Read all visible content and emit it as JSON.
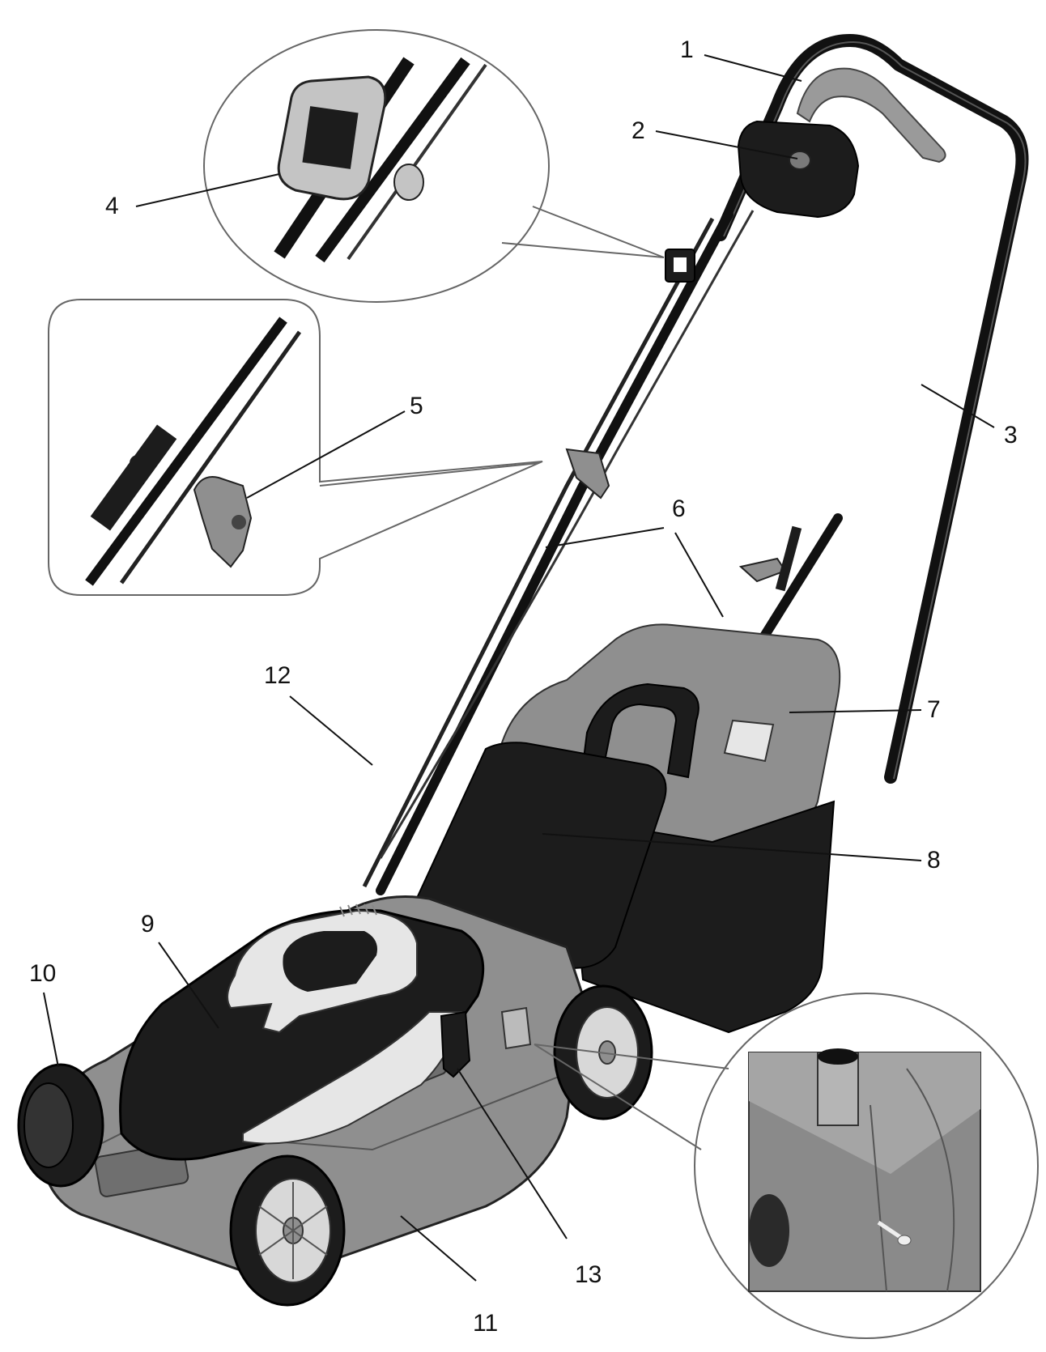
{
  "figure": {
    "subject": "lawn-mower",
    "colors": {
      "line": "#111111",
      "outline": "#555555",
      "dark_part": "#1c1c1c",
      "mid_grey": "#8f8f8f",
      "light_grey": "#c4c4c4",
      "white_part": "#e6e6e6"
    },
    "callouts": [
      {
        "id": "c1",
        "label": "1"
      },
      {
        "id": "c2",
        "label": "2"
      },
      {
        "id": "c3",
        "label": "3"
      },
      {
        "id": "c4",
        "label": "4"
      },
      {
        "id": "c5",
        "label": "5"
      },
      {
        "id": "c6",
        "label": "6"
      },
      {
        "id": "c7",
        "label": "7"
      },
      {
        "id": "c8",
        "label": "8"
      },
      {
        "id": "c9",
        "label": "9"
      },
      {
        "id": "c10",
        "label": "10"
      },
      {
        "id": "c11",
        "label": "11"
      },
      {
        "id": "c12",
        "label": "12"
      },
      {
        "id": "c13",
        "label": "13"
      }
    ]
  }
}
